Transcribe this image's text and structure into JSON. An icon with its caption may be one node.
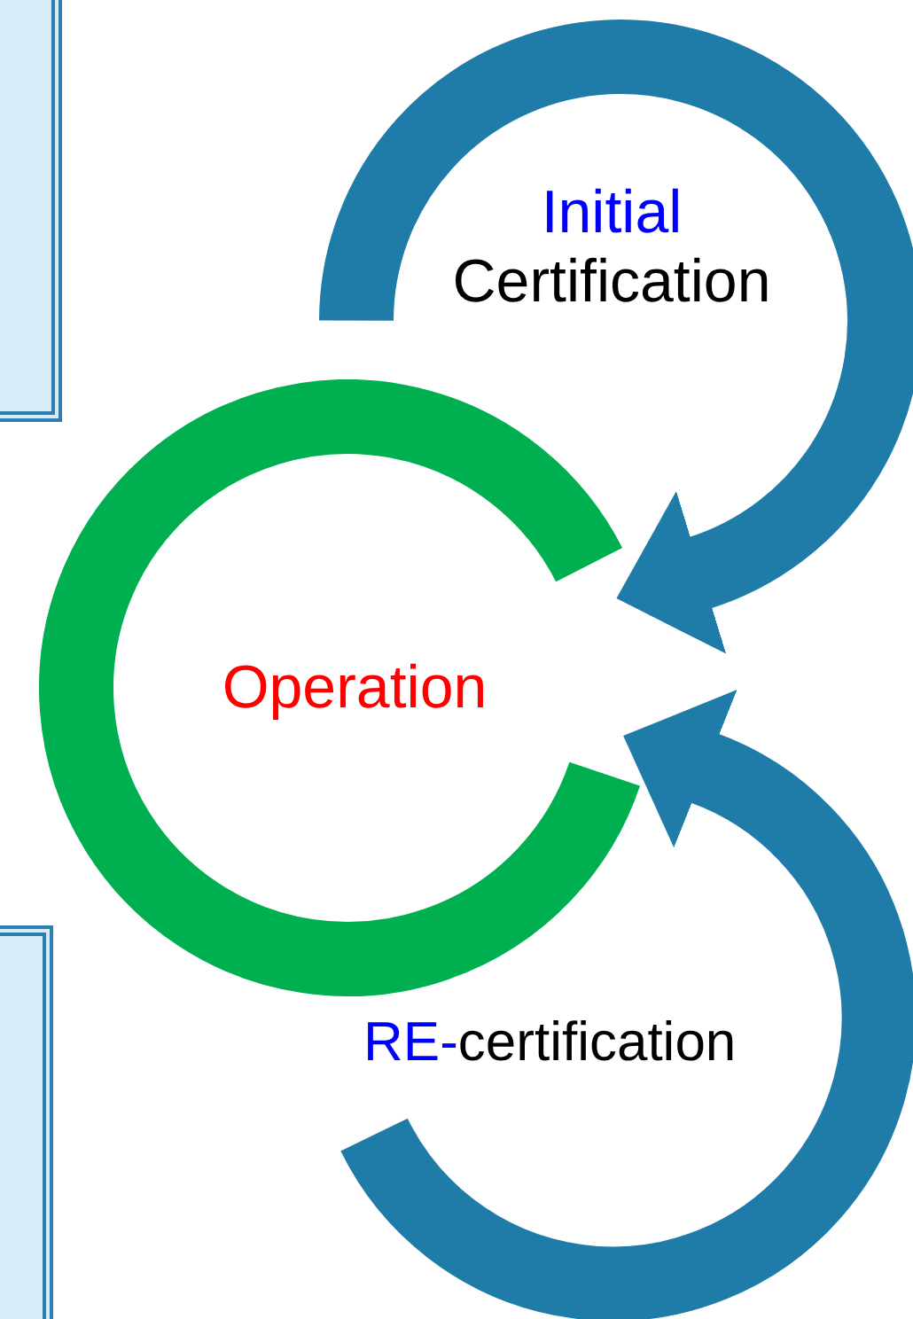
{
  "diagram": {
    "nodes": [
      {
        "text": [
          "Initial",
          "Certification"
        ]
      },
      {
        "text": [
          "Operation"
        ]
      },
      {
        "text": [
          "RE-",
          "certification"
        ]
      },
      {
        "text": [],
        "shape": "box"
      },
      {
        "text": [],
        "shape": "box"
      }
    ],
    "edges": [
      {
        "from": 0,
        "to": 1,
        "arrow": "to"
      },
      {
        "from": 2,
        "to": 1,
        "arrow": "to"
      }
    ]
  }
}
